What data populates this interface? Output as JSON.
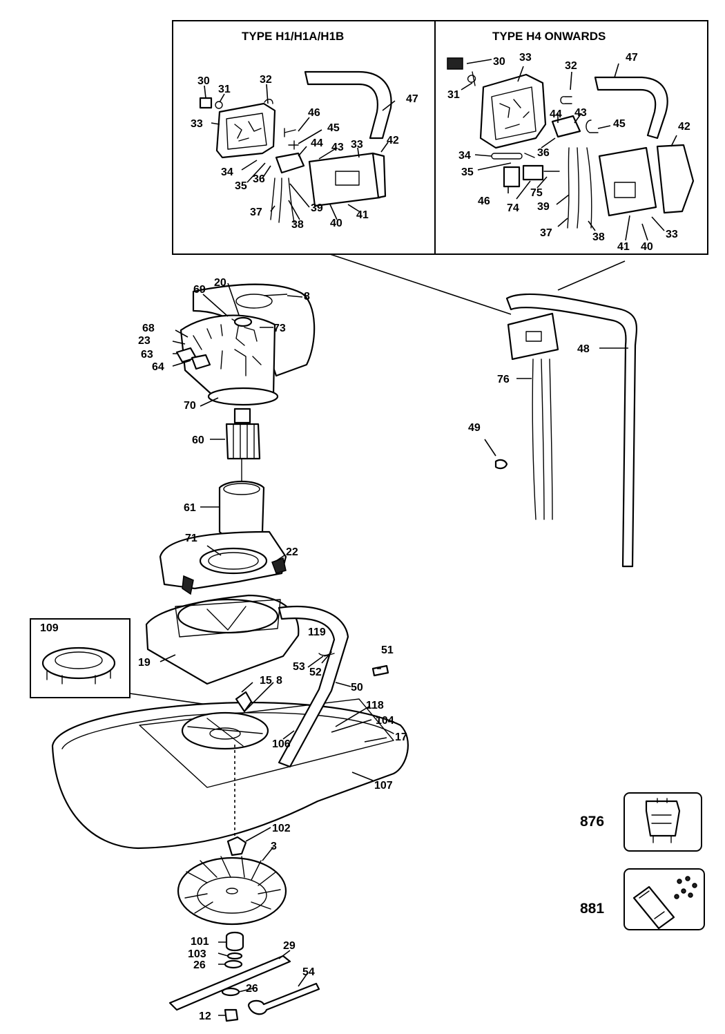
{
  "insets": {
    "left_title": "TYPE H1/H1A/H1B",
    "right_title": "TYPE H4 ONWARDS"
  },
  "callouts_left_inset": [
    "30",
    "31",
    "32",
    "33",
    "46",
    "45",
    "47",
    "44",
    "43",
    "33",
    "42",
    "34",
    "35",
    "36",
    "39",
    "37",
    "38",
    "40",
    "41"
  ],
  "callouts_right_inset": [
    "30",
    "33",
    "32",
    "47",
    "31",
    "44",
    "43",
    "45",
    "42",
    "36",
    "34",
    "35",
    "75",
    "46",
    "74",
    "39",
    "37",
    "38",
    "41",
    "40",
    "33"
  ],
  "callouts_main": [
    "20",
    "8",
    "69",
    "73",
    "68",
    "23",
    "63",
    "64",
    "70",
    "60",
    "61",
    "71",
    "22",
    "48",
    "76",
    "49",
    "109",
    "19",
    "119",
    "51",
    "53",
    "52",
    "15",
    "8",
    "50",
    "118",
    "104",
    "17",
    "106",
    "107",
    "102",
    "3",
    "101",
    "103",
    "29",
    "26",
    "54",
    "26",
    "12"
  ],
  "kits": [
    {
      "number": "876",
      "icon": "motor-kit-icon"
    },
    {
      "number": "881",
      "icon": "fastener-kit-icon"
    }
  ]
}
